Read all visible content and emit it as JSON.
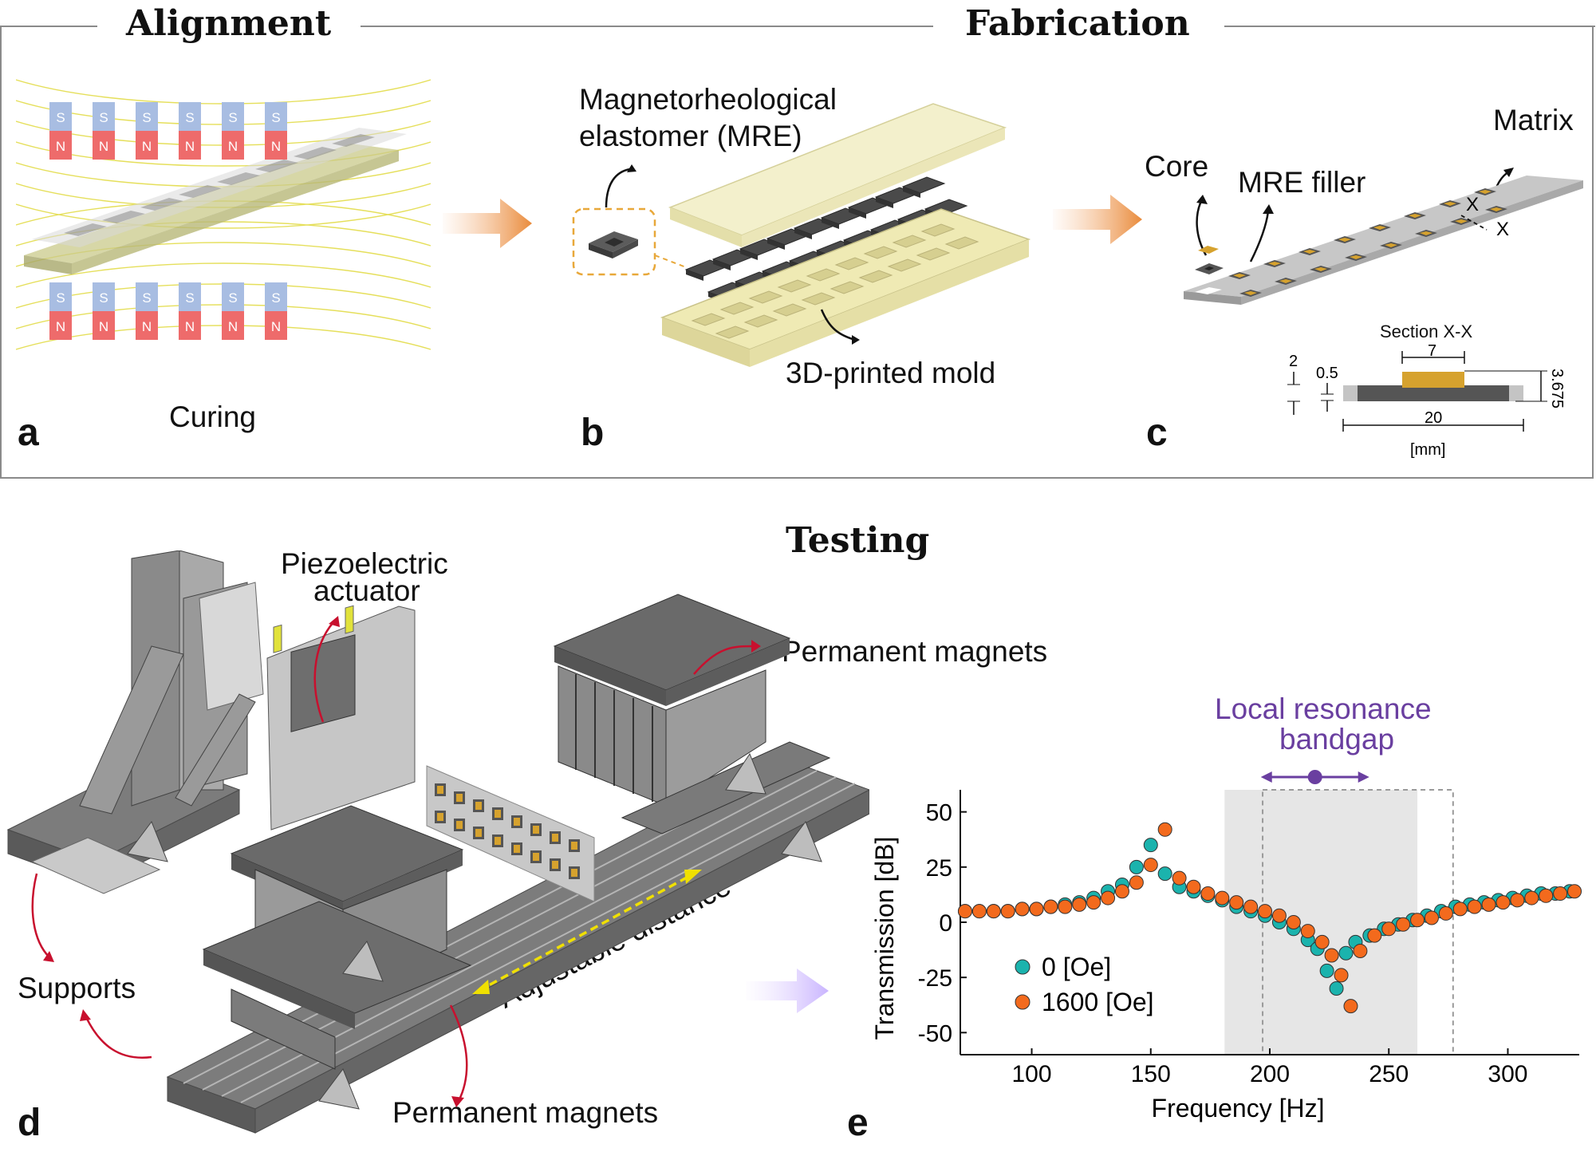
{
  "titles": {
    "alignment": "Alignment",
    "fabrication": "Fabrication",
    "testing": "Testing"
  },
  "panels": {
    "a": "a",
    "b": "b",
    "c": "c",
    "d": "d",
    "e": "e"
  },
  "panel_a": {
    "magnet_s": "S",
    "magnet_n": "N",
    "caption": "Curing"
  },
  "panel_b": {
    "mre_label_line1": "Magnetorheological",
    "mre_label_line2": "elastomer (MRE)",
    "mold_label": "3D-printed mold"
  },
  "panel_c": {
    "core_label": "Core",
    "filler_label": "MRE filler",
    "matrix_label": "Matrix",
    "section_label": "Section  X-X",
    "section_mark": "X",
    "dim_7": "7",
    "dim_2": "2",
    "dim_05": "0.5",
    "dim_3675": "3.675",
    "dim_20": "20",
    "unit": "[mm]"
  },
  "panel_d": {
    "actuator_line1": "Piezoelectric",
    "actuator_line2": "actuator",
    "magnets_top": "Permanent magnets",
    "magnets_bottom": "Permanent magnets",
    "supports": "Supports",
    "distance": "Adjustable distance"
  },
  "panel_e": {
    "bandgap_line1": "Local resonance",
    "bandgap_line2": "bandgap"
  },
  "colors": {
    "teal": "#1bb3ad",
    "orange": "#f36a1d",
    "purple": "#6a3fa0",
    "magnet_s": "#a8bde2",
    "magnet_n": "#ee6b6b",
    "gold": "#d6a22e",
    "red_arrow": "#c8102e"
  },
  "chart_data": {
    "type": "scatter",
    "xlabel": "Frequency [Hz]",
    "ylabel": "Transmission [dB]",
    "xlim": [
      70,
      330
    ],
    "ylim": [
      -60,
      60
    ],
    "xticks": [
      100,
      150,
      200,
      250,
      300
    ],
    "yticks": [
      50,
      25,
      0,
      -25,
      -50
    ],
    "legend_position": "left",
    "shaded_band": [
      181,
      262
    ],
    "dashed_band": [
      197,
      277
    ],
    "series": [
      {
        "name": "0 [Oe]",
        "color": "#1bb3ad",
        "x": [
          72,
          78,
          84,
          90,
          96,
          102,
          108,
          114,
          120,
          126,
          132,
          138,
          144,
          150,
          156,
          162,
          168,
          174,
          180,
          186,
          192,
          198,
          204,
          210,
          216,
          220,
          224,
          228,
          232,
          236,
          242,
          248,
          254,
          260,
          266,
          272,
          278,
          284,
          290,
          296,
          302,
          308,
          314,
          320,
          326
        ],
        "y": [
          5,
          5,
          5,
          5,
          6,
          6,
          7,
          8,
          9,
          11,
          14,
          17,
          25,
          35,
          22,
          16,
          14,
          12,
          10,
          7,
          5,
          3,
          0,
          -3,
          -8,
          -12,
          -22,
          -30,
          -14,
          -9,
          -6,
          -3,
          -1,
          1,
          3,
          5,
          7,
          8,
          9,
          10,
          11,
          12,
          13,
          13,
          14
        ]
      },
      {
        "name": "1600 [Oe]",
        "color": "#f36a1d",
        "x": [
          72,
          78,
          84,
          90,
          96,
          102,
          108,
          114,
          120,
          126,
          132,
          138,
          144,
          150,
          156,
          162,
          168,
          174,
          180,
          186,
          192,
          198,
          204,
          210,
          216,
          222,
          226,
          230,
          234,
          238,
          244,
          250,
          256,
          262,
          268,
          274,
          280,
          286,
          292,
          298,
          304,
          310,
          316,
          322,
          328
        ],
        "y": [
          5,
          5,
          5,
          5,
          6,
          6,
          7,
          7,
          8,
          9,
          11,
          14,
          18,
          26,
          42,
          20,
          16,
          13,
          11,
          9,
          7,
          5,
          3,
          0,
          -4,
          -9,
          -15,
          -24,
          -38,
          -13,
          -6,
          -3,
          -1,
          1,
          2,
          4,
          6,
          7,
          8,
          9,
          10,
          11,
          12,
          13,
          14
        ]
      }
    ]
  }
}
